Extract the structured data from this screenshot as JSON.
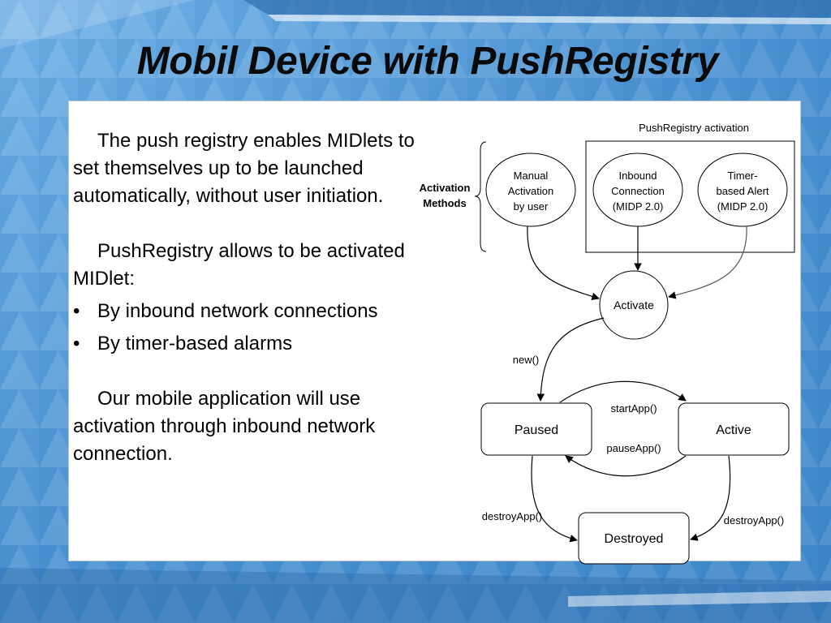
{
  "slide": {
    "title": "Mobil Device with PushRegistry"
  },
  "body": {
    "para1": "The push registry enables MIDlets to set themselves up to be launched automatically, without user initiation.",
    "para2": "PushRegistry allows to be activated MIDlet:",
    "bullet_symbol": "•",
    "bullets": [
      "By inbound network connections",
      "By timer-based alarms"
    ],
    "para3": "Our mobile application will use activation through inbound network connection."
  },
  "diagram": {
    "group_label": "PushRegistry activation",
    "activation_methods": [
      "Activation",
      "Methods"
    ],
    "manual": [
      "Manual",
      "Activation",
      "by user"
    ],
    "inbound": [
      "Inbound",
      "Connection",
      "(MIDP 2.0)"
    ],
    "timer": [
      "Timer-",
      "based Alert",
      "(MIDP 2.0)"
    ],
    "activate": "Activate",
    "new_label": "new()",
    "paused": "Paused",
    "active": "Active",
    "destroyed": "Destroyed",
    "start_app": "startApp()",
    "pause_app": "pauseApp()",
    "destroy_left": "destroyApp()",
    "destroy_right": "destroyApp()"
  },
  "colors": {
    "background": "#4e95d3",
    "title_text": "#0a0a0a",
    "panel": "#ffffff"
  }
}
